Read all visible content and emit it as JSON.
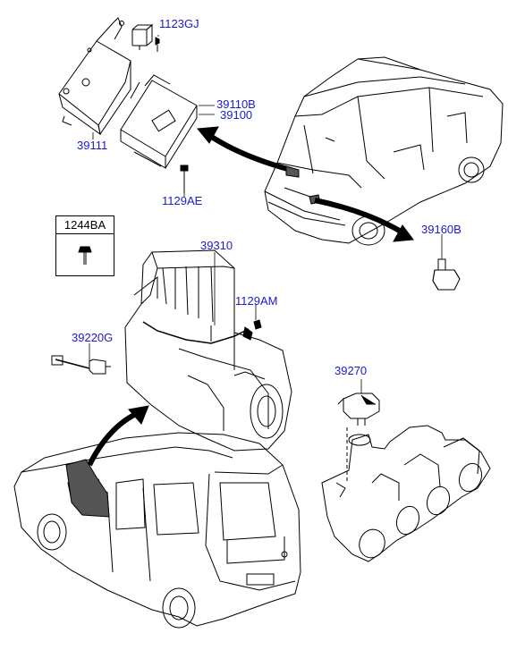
{
  "labels": {
    "p1123GJ": "1123GJ",
    "p39110B": "39110B",
    "p39100": "39100",
    "p39111": "39111",
    "p1129AE": "1129AE",
    "p39160B": "39160B",
    "p1244BA": "1244BA",
    "p39310": "39310",
    "p1129AM": "1129AM",
    "p39220G": "39220G",
    "p39270": "39270"
  },
  "colors": {
    "label": "#1a1acc",
    "line": "#000000",
    "shade": "#555555"
  }
}
